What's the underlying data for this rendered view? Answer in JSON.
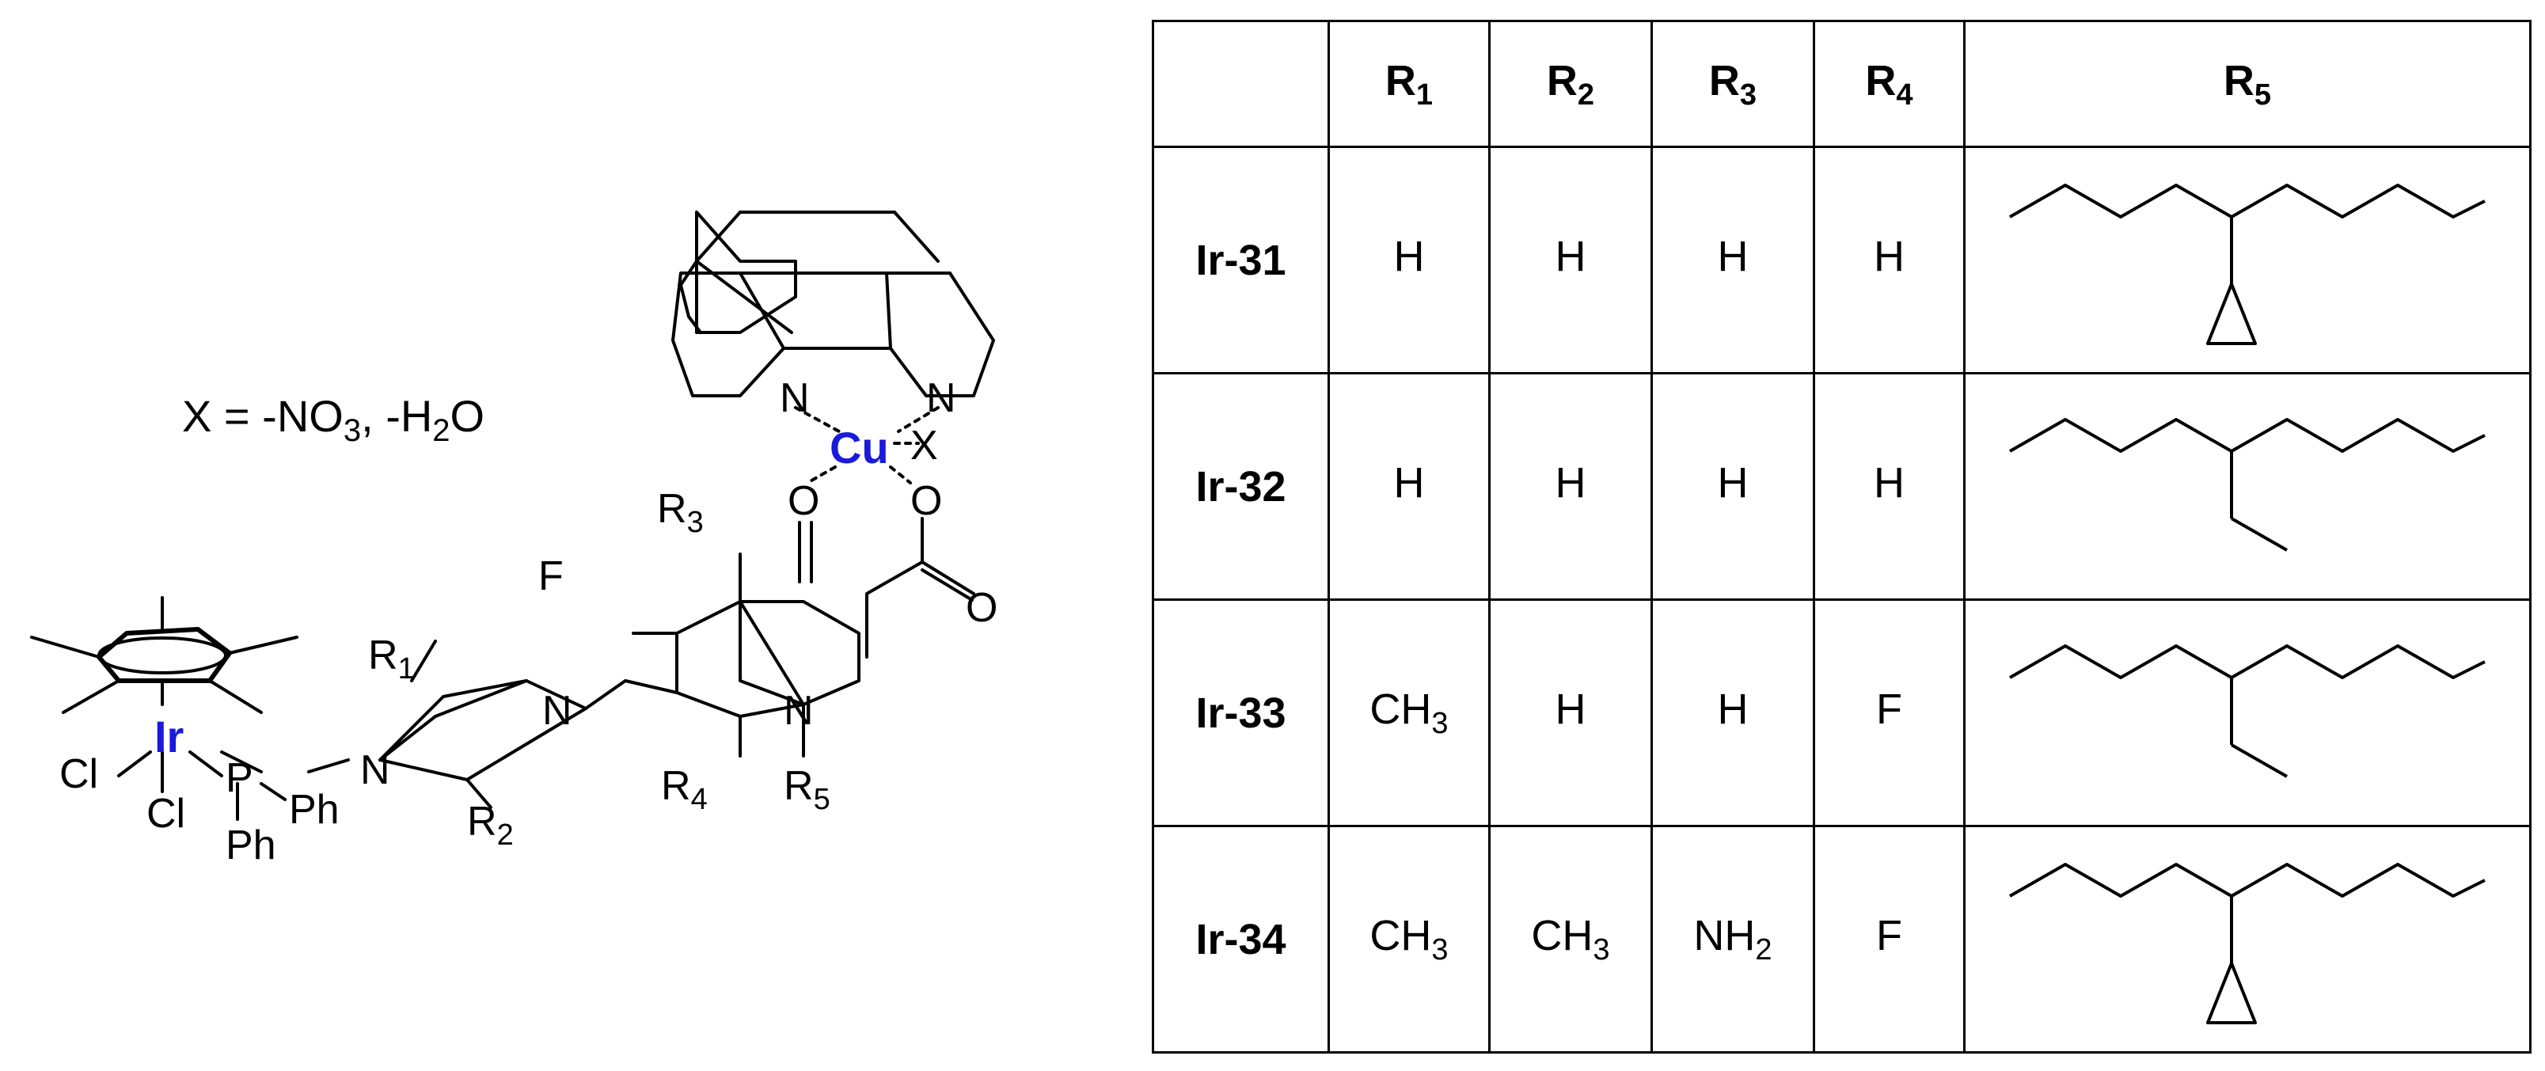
{
  "structure": {
    "x_definition": "X = -NO3, -H2O",
    "x_def_parts": [
      "X = -NO",
      "3",
      ", -H",
      "2",
      "O"
    ],
    "metal_cu": "Cu",
    "metal_ir": "Ir",
    "atoms": {
      "n": "N",
      "o": "O",
      "f": "F",
      "x": "X",
      "p": "P",
      "cl": "Cl",
      "ph": "Ph"
    },
    "r_labels": {
      "r1": [
        "R",
        "1"
      ],
      "r2": [
        "R",
        "2"
      ],
      "r3": [
        "R",
        "3"
      ],
      "r4": [
        "R",
        "4"
      ],
      "r5": [
        "R",
        "5"
      ]
    }
  },
  "table": {
    "headers": [
      {
        "main": "",
        "sub": ""
      },
      {
        "main": "R",
        "sub": "1"
      },
      {
        "main": "R",
        "sub": "2"
      },
      {
        "main": "R",
        "sub": "3"
      },
      {
        "main": "R",
        "sub": "4"
      },
      {
        "main": "R",
        "sub": "5"
      }
    ],
    "rows": [
      {
        "name": "Ir-31",
        "cells": [
          {
            "main": "H",
            "sub": ""
          },
          {
            "main": "H",
            "sub": ""
          },
          {
            "main": "H",
            "sub": ""
          },
          {
            "main": "H",
            "sub": ""
          }
        ],
        "r5": "cyclopropyl"
      },
      {
        "name": "Ir-32",
        "cells": [
          {
            "main": "H",
            "sub": ""
          },
          {
            "main": "H",
            "sub": ""
          },
          {
            "main": "H",
            "sub": ""
          },
          {
            "main": "H",
            "sub": ""
          }
        ],
        "r5": "ethyl"
      },
      {
        "name": "Ir-33",
        "cells": [
          {
            "main": "CH",
            "sub": "3"
          },
          {
            "main": "H",
            "sub": ""
          },
          {
            "main": "H",
            "sub": ""
          },
          {
            "main": "F",
            "sub": ""
          }
        ],
        "r5": "ethyl"
      },
      {
        "name": "Ir-34",
        "cells": [
          {
            "main": "CH",
            "sub": "3"
          },
          {
            "main": "CH",
            "sub": "3"
          },
          {
            "main": "NH",
            "sub": "2"
          },
          {
            "main": "F",
            "sub": ""
          }
        ],
        "r5": "cyclopropyl"
      }
    ]
  },
  "colors": {
    "metal": "#1a1adc",
    "line": "#000000"
  }
}
